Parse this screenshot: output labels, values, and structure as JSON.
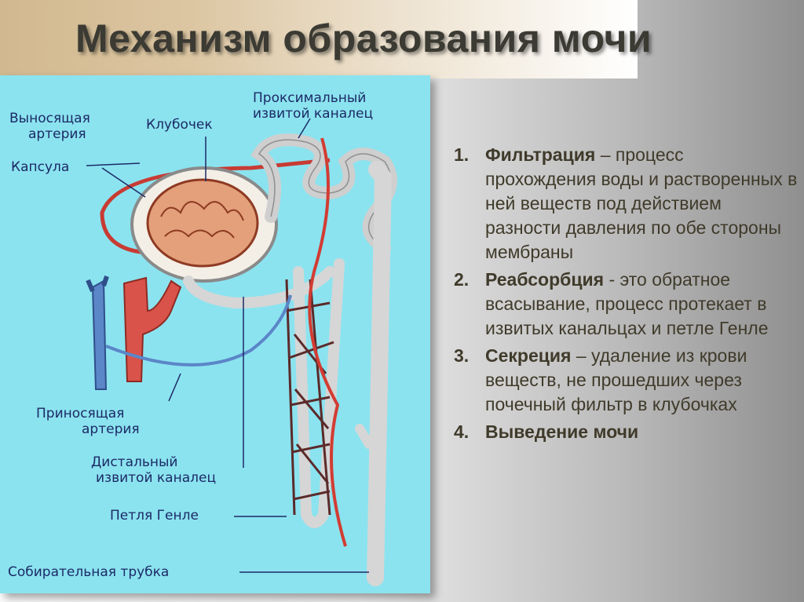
{
  "title": "Механизм образования мочи",
  "diagram": {
    "labels": {
      "efferent_artery_1": "Выносящая",
      "efferent_artery_2": "артерия",
      "glomerulus": "Клубочек",
      "proximal_1": "Проксимальный",
      "proximal_2": "извитой каналец",
      "capsule": "Капсула",
      "afferent_artery_1": "Приносящая",
      "afferent_artery_2": "артерия",
      "distal_1": "Дистальный",
      "distal_2": "извитой каналец",
      "loop_henle": "Петля Генле",
      "collecting_duct": "Собирательная трубка"
    }
  },
  "steps": [
    {
      "number": "1.",
      "term": "Фильтрация",
      "text": " – процесс прохождения воды и растворенных в ней веществ под действием разности давления по обе стороны мембраны"
    },
    {
      "number": "2.",
      "term": "Реабсорбция",
      "text": " - это обратное всасывание, процесс протекает в извитых канальцах и петле Генле"
    },
    {
      "number": "3.",
      "term": "Секреция",
      "text": " – удаление из крови веществ, не прошедших через почечный фильтр в клубочках"
    },
    {
      "number": "4.",
      "term": "Выведение мочи",
      "text": ""
    }
  ],
  "colors": {
    "title_band": "#d1b88f",
    "diagram_bg": "#8be3ef",
    "artery": "#d9534a",
    "vein": "#5b86c8",
    "tubule": "#dcdcdc",
    "label_text": "#1c2a66"
  }
}
